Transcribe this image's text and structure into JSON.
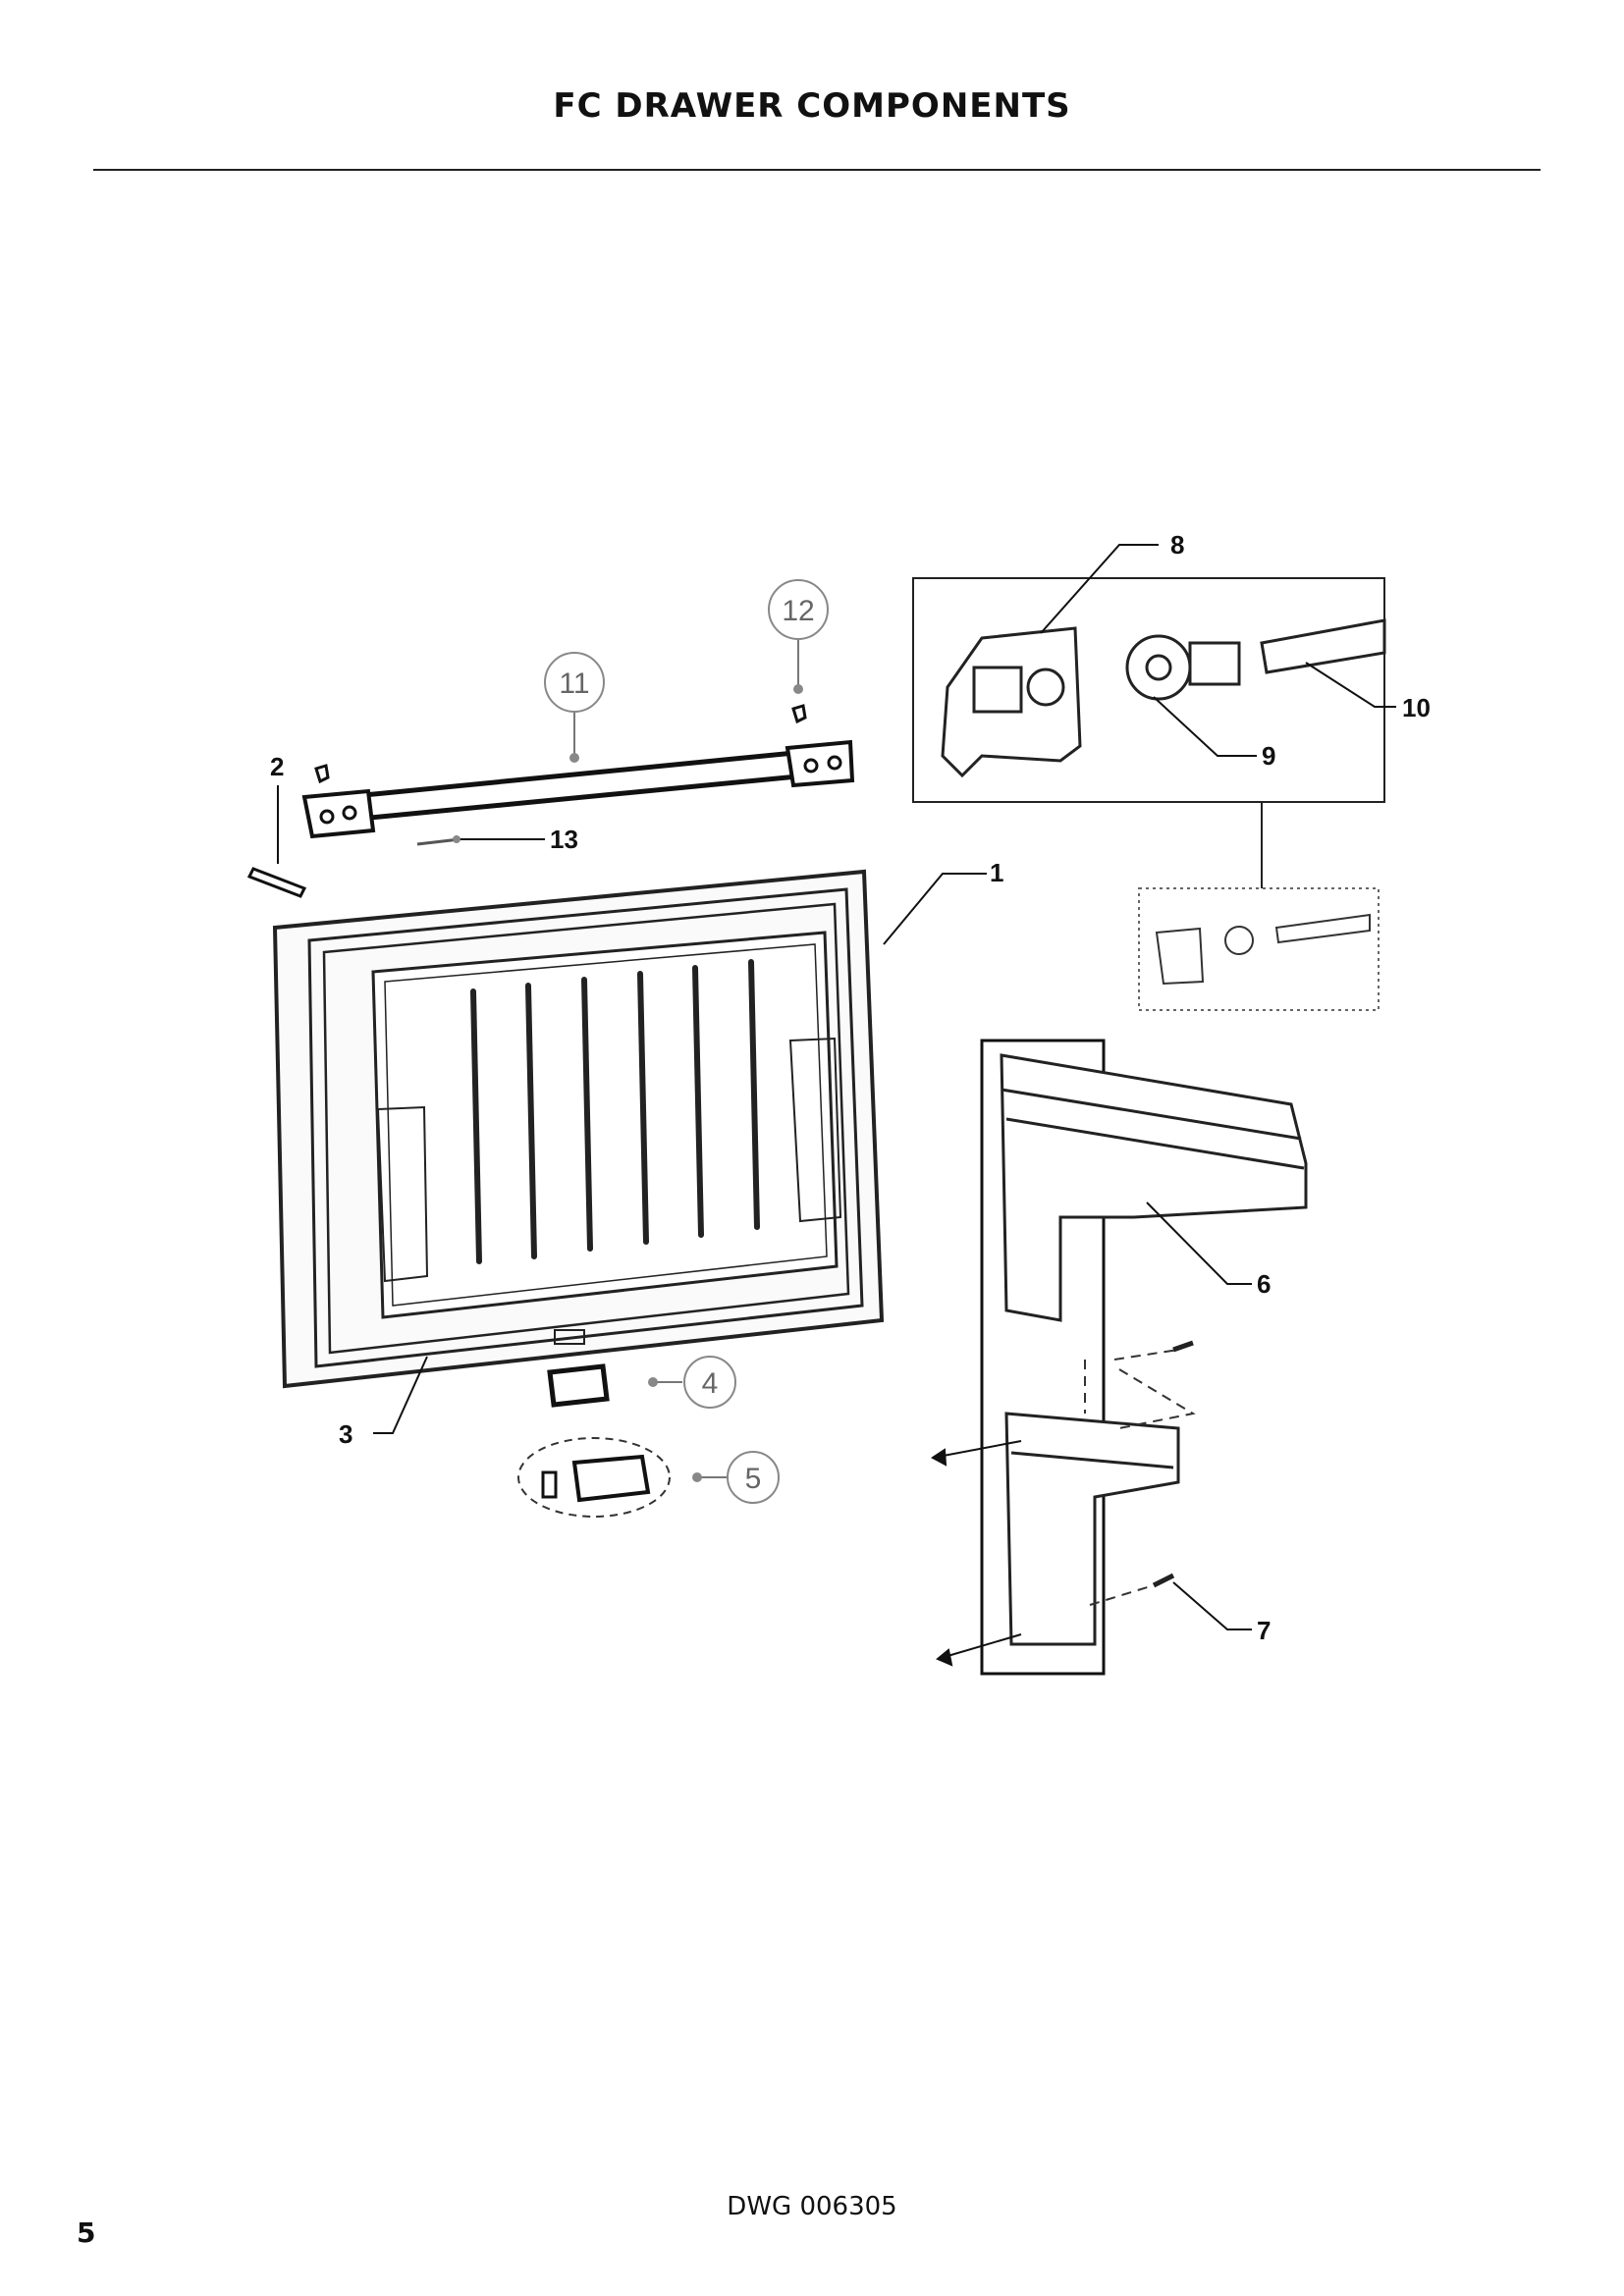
{
  "page": {
    "title": "FC DRAWER COMPONENTS",
    "drawing_number": "DWG 006305",
    "page_number": "5"
  },
  "callouts": {
    "c1": "1",
    "c2": "2",
    "c3": "3",
    "c4": "4",
    "c5": "5",
    "c6": "6",
    "c7": "7",
    "c8": "8",
    "c9": "9",
    "c10": "10",
    "c11": "11",
    "c12": "12",
    "c13": "13"
  }
}
